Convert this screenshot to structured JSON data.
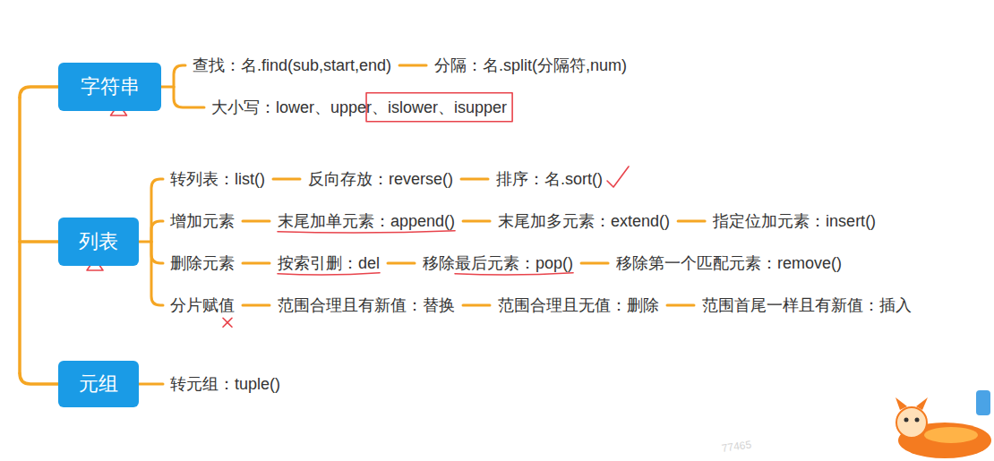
{
  "diagram": {
    "nodes": [
      {
        "text": [
          "字符串"
        ]
      },
      {
        "text": [
          "列表"
        ]
      },
      {
        "text": [
          "元组"
        ]
      }
    ],
    "labels": [
      "查找：名.find(sub,start,end)",
      "分隔：名.split(分隔符,num)",
      "大小写：lower、upper、islower、isupper",
      "转列表：list()",
      "反向存放：reverse()",
      "排序：名.sort()",
      "增加元素",
      "末尾加单元素：append()",
      "末尾加多元素：extend()",
      "指定位加元素：insert()",
      "删除元素",
      "按索引删：del",
      "移除最后元素：pop()",
      "移除第一个匹配元素：remove()",
      "分片赋值",
      "范围合理且有新值：替换",
      "范围合理且无值：删除",
      "范围首尾一样且有新值：插入",
      "转元组：tuple()",
      "77465"
    ]
  }
}
